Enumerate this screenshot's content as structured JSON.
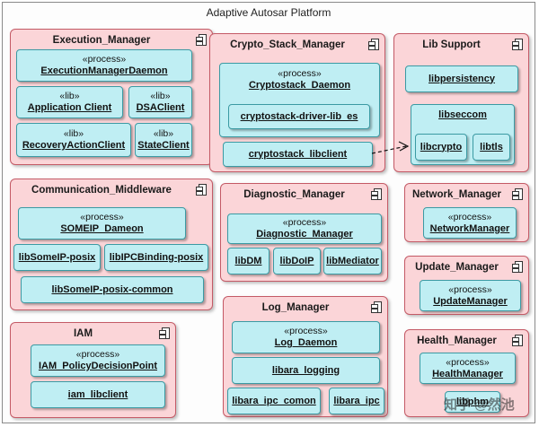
{
  "platform_title": "Adaptive Autosar Platform",
  "watermark": "知乎 @然池",
  "colors": {
    "component_fill": "#fbd5d8",
    "component_border": "#c45a66",
    "part_fill": "#bfeef3",
    "part_border": "#3b9aa3"
  },
  "components": {
    "execution_manager": {
      "title": "Execution_Manager",
      "daemon": {
        "stereo": "«process»",
        "name": "ExecutionManagerDaemon"
      },
      "app_client": {
        "stereo": "«lib»",
        "name": "Application Client"
      },
      "dsa_client": {
        "stereo": "«lib»",
        "name": "DSAClient"
      },
      "recovery_client": {
        "stereo": "«lib»",
        "name": "RecoveryActionClient"
      },
      "state_client": {
        "stereo": "«lib»",
        "name": "StateClient"
      }
    },
    "crypto_stack_manager": {
      "title": "Crypto_Stack_Manager",
      "daemon": {
        "stereo": "«process»",
        "name": "Cryptostack_Daemon"
      },
      "driver_lib": {
        "name": "cryptostack-driver-lib_es"
      },
      "libclient": {
        "name": "cryptostack_libclient"
      }
    },
    "lib_support": {
      "title": "Lib Support",
      "libpersistency": {
        "name": "libpersistency"
      },
      "libseccom": {
        "name": "libseccom"
      },
      "libcrypto": {
        "name": "libcrypto"
      },
      "libtls": {
        "name": "libtls"
      }
    },
    "communication_middleware": {
      "title": "Communication_Middleware",
      "someip": {
        "stereo": "«process»",
        "name": "SOMEIP_Dameon"
      },
      "libsomeip_posix": {
        "name": "libSomeIP-posix"
      },
      "libipc_posix": {
        "name": "libIPCBinding-posix"
      },
      "libsomeip_common": {
        "name": "libSomeIP-posix-common"
      }
    },
    "diagnostic_manager": {
      "title": "Diagnostic_Manager",
      "daemon": {
        "stereo": "«process»",
        "name": "Diagnostic_Manager"
      },
      "libdm": {
        "name": "libDM"
      },
      "libdoip": {
        "name": "libDoIP"
      },
      "libmediator": {
        "name": "libMediator"
      }
    },
    "network_manager": {
      "title": "Network_Manager",
      "process": {
        "stereo": "«process»",
        "name": "NetworkManager"
      }
    },
    "update_manager": {
      "title": "Update_Manager",
      "process": {
        "stereo": "«process»",
        "name": "UpdateManager"
      }
    },
    "iam": {
      "title": "IAM",
      "pdp": {
        "stereo": "«process»",
        "name": "IAM_PolicyDecisionPoint"
      },
      "libclient": {
        "name": "iam_libclient"
      }
    },
    "log_manager": {
      "title": "Log_Manager",
      "daemon": {
        "stereo": "«process»",
        "name": "Log_Daemon"
      },
      "libara_logging": {
        "name": "libara_logging"
      },
      "libara_ipc_comon": {
        "name": "libara_ipc_comon"
      },
      "libara_ipc": {
        "name": "libara_ipc"
      }
    },
    "health_manager": {
      "title": "Health_Manager",
      "process": {
        "stereo": "«process»",
        "name": "HealthManager"
      },
      "libphm": {
        "name": "libphm"
      }
    }
  }
}
